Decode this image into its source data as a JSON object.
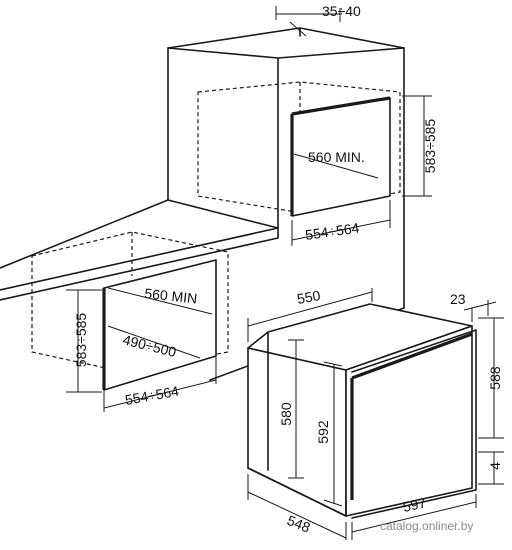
{
  "dimensions": {
    "recess_depth": "35÷40",
    "top_niche_height": "583÷585",
    "top_niche_min_depth": "560 MIN.",
    "top_niche_width": "554÷564",
    "under_niche_height": "583÷585",
    "under_niche_min_depth": "560 MIN",
    "under_niche_depth": "490÷500",
    "under_niche_width": "554÷564",
    "oven_depth": "550",
    "oven_front_depth": "23",
    "oven_front_height": "588",
    "oven_body_height_left": "580",
    "oven_body_height_front": "592",
    "oven_bottom_gap": "4",
    "oven_body_width": "548",
    "oven_front_width": "597"
  },
  "watermark": "catalog.onliner.by"
}
